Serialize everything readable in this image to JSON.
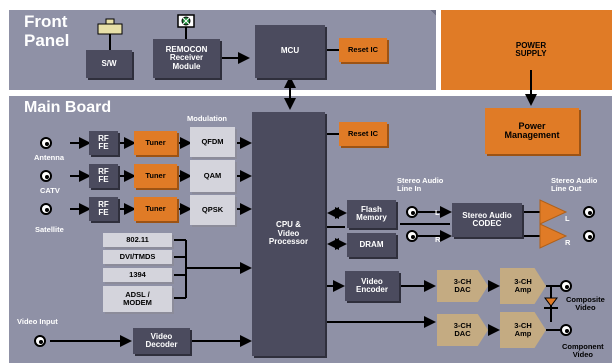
{
  "front_panel": {
    "title": "Front\nPanel",
    "sw": "S/W",
    "remocon": "REMOCON\nReceiver\nModule",
    "mcu": "MCU",
    "reset_ic": "Reset IC"
  },
  "power": {
    "supply": "POWER\nSUPPLY",
    "management": "Power\nManagement"
  },
  "main_board": {
    "title": "Main Board",
    "modulation_label": "Modulation",
    "inputs": [
      {
        "label": "Antenna",
        "fe": "RF\nFE",
        "tuner": "Tuner",
        "mod": "QFDM"
      },
      {
        "label": "CATV",
        "fe": "RF\nFE",
        "tuner": "Tuner",
        "mod": "QAM"
      },
      {
        "label": "Satellite",
        "fe": "RF\nFE",
        "tuner": "Tuner",
        "mod": "QPSK"
      }
    ],
    "interfaces": [
      "802.11",
      "DVI/TMDS",
      "1394",
      "ADSL /\nMODEM"
    ],
    "video_input_label": "Video Input",
    "video_decoder": "Video\nDecoder",
    "reset_ic": "Reset IC",
    "cpu": "CPU &\nVideo\nProcessor",
    "flash": "Flash\nMemory",
    "dram": "DRAM",
    "audio_in_label": "Stereo Audio\nLine In",
    "audio_codec": "Stereo Audio\nCODEC",
    "audio_out_label": "Stereo Audio\nLine Out",
    "left": "L",
    "right": "R",
    "video_encoder": "Video\nEncoder",
    "dac": "3-CH\nDAC",
    "amp": "3-CH\nAmp",
    "composite_label": "Composite\nVideo",
    "component_label": "Component\nVideo"
  }
}
